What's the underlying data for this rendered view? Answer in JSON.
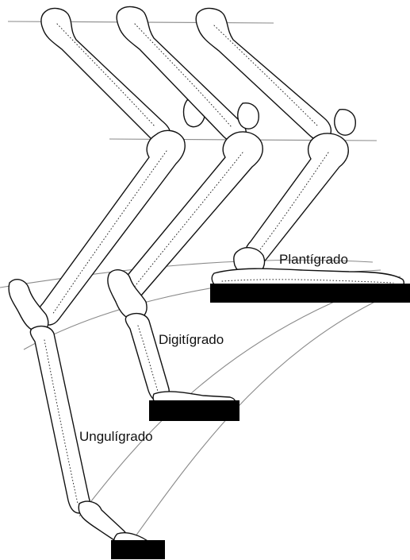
{
  "labels": {
    "plantigrade": "Plantígrado",
    "digitigrade": "Digitígrado",
    "unguligrade": "Ungulígrado"
  },
  "colors": {
    "bone_fill": "#ffffff",
    "outline": "#111111",
    "ground": "#000000",
    "guide_lines": "#8a8a8a"
  }
}
